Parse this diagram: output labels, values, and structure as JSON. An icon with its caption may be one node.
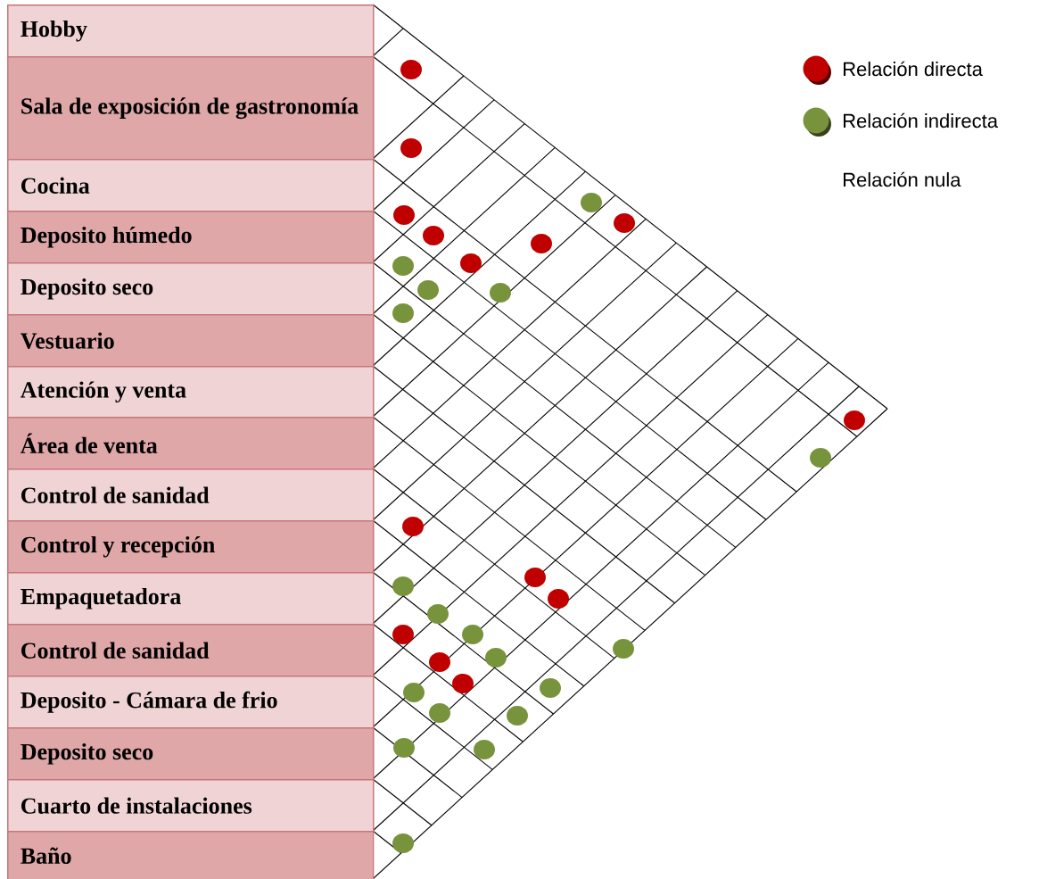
{
  "diagram": {
    "nodes": [
      {
        "text": [
          "Hobby"
        ]
      },
      {
        "text": [
          "Sala de exposición de gastronomía"
        ]
      },
      {
        "text": [
          "Cocina"
        ]
      },
      {
        "text": [
          "Deposito húmedo"
        ]
      },
      {
        "text": [
          "Deposito seco"
        ]
      },
      {
        "text": [
          "Vestuario"
        ]
      },
      {
        "text": [
          "Atención y venta"
        ]
      },
      {
        "text": [
          "Área de venta"
        ]
      },
      {
        "text": [
          "Control de sanidad"
        ]
      },
      {
        "text": [
          "Control  y recepción"
        ]
      },
      {
        "text": [
          "Empaquetadora"
        ]
      },
      {
        "text": [
          "Control de sanidad"
        ]
      },
      {
        "text": [
          "Deposito - Cámara de frio"
        ]
      },
      {
        "text": [
          "Deposito seco"
        ]
      },
      {
        "text": [
          "Cuarto de instalaciones"
        ]
      },
      {
        "text": [
          "Baño"
        ]
      }
    ],
    "legend": [
      {
        "text": "Relación directa",
        "color": "#c00000"
      },
      {
        "text": "Relación indirecta",
        "color": "#77933c"
      },
      {
        "text": "Relación nula"
      }
    ]
  }
}
